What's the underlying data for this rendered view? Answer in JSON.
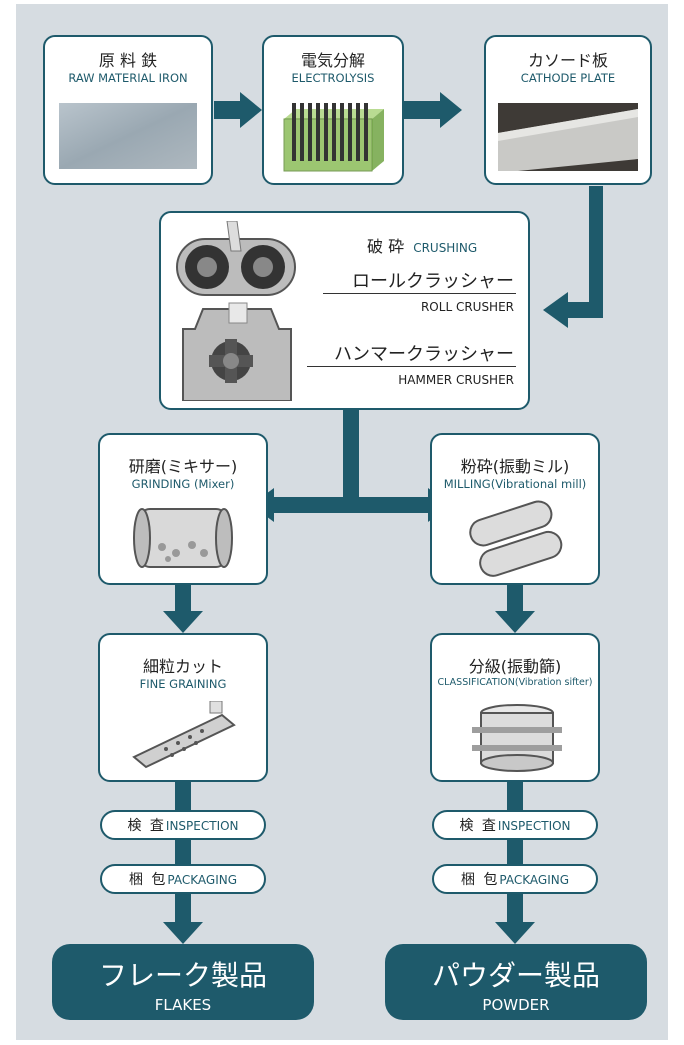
{
  "steps": {
    "raw_material": {
      "jp": "原 料 鉄",
      "en": "RAW MATERIAL IRON"
    },
    "electrolysis": {
      "jp": "電気分解",
      "en": "ELECTROLYSIS"
    },
    "cathode": {
      "jp": "カソード板",
      "en": "CATHODE PLATE"
    },
    "crushing": {
      "jp": "破 砕",
      "en": "CRUSHING",
      "roll_jp": "ロールクラッシャー",
      "roll_en": "ROLL CRUSHER",
      "hammer_jp": "ハンマークラッシャー",
      "hammer_en": "HAMMER CRUSHER"
    },
    "grinding": {
      "jp": "研磨(ミキサー)",
      "en": "GRINDING (Mixer)"
    },
    "milling": {
      "jp": "粉砕(振動ミル)",
      "en": "MILLING(Vibrational mill)"
    },
    "fine_graining": {
      "jp": "細粒カット",
      "en": "FINE GRAINING"
    },
    "classification": {
      "jp": "分級(振動篩)",
      "en": "CLASSIFICATION(Vibration sifter)"
    }
  },
  "pills": {
    "inspection_jp": "検 査",
    "inspection_en": "INSPECTION",
    "packaging_jp": "梱 包",
    "packaging_en": "PACKAGING"
  },
  "products": {
    "flakes": {
      "jp": "フレーク製品",
      "en": "FLAKES"
    },
    "powder": {
      "jp": "パウダー製品",
      "en": "POWDER"
    }
  },
  "colors": {
    "primary": "#1e5a6b",
    "background": "#d6dce1",
    "box": "#ffffff"
  }
}
